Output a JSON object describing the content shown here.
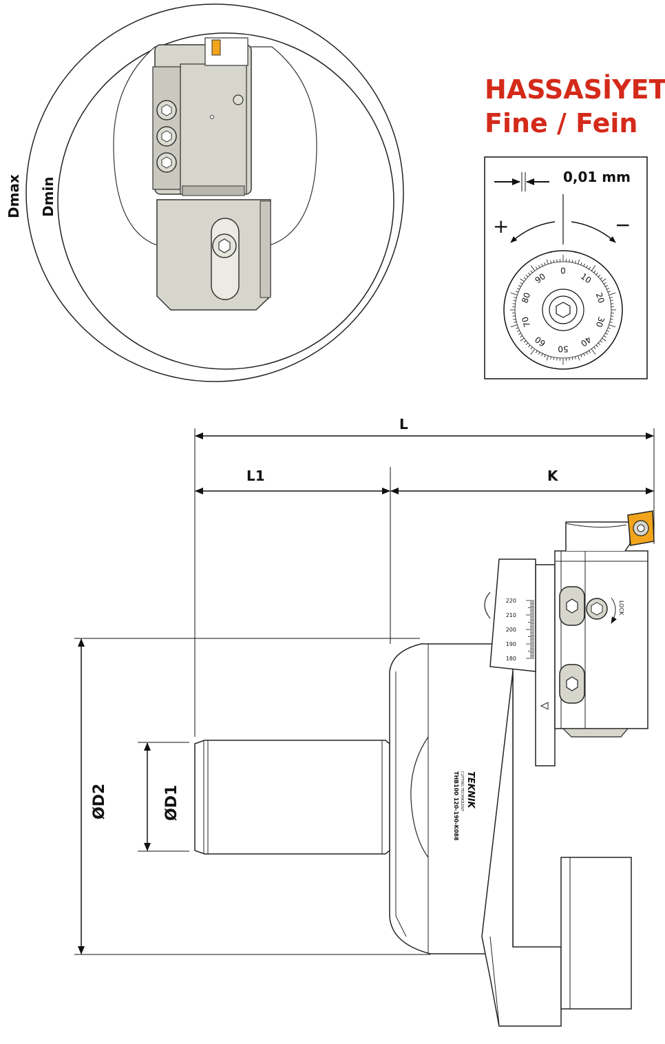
{
  "title": {
    "line1": "HASSASİYET",
    "line2": "Fine / Fein"
  },
  "precision": {
    "value": "0,01 mm",
    "plus": "+",
    "minus": "−",
    "dial_numbers": [
      "0",
      "10",
      "20",
      "30",
      "40",
      "50",
      "60",
      "70",
      "80",
      "90"
    ]
  },
  "top_view": {
    "dmax_label": "Dmax",
    "dmin_label": "Dmin"
  },
  "dimensions": {
    "L": "L",
    "L1": "L1",
    "K": "K",
    "D1": "ØD1",
    "D2": "ØD2"
  },
  "scale": {
    "ticks": [
      "220",
      "210",
      "200",
      "190",
      "180"
    ],
    "lock": "LOCK"
  },
  "brand": {
    "logo": "TEKNIK",
    "line1": "CUTTING TECHNOLOGY",
    "line2": "THB100 120-190-K088"
  },
  "colors": {
    "part_gray": "#d7d6cc",
    "part_dark": "#b8b7ad",
    "insert": "#f2a51c",
    "title": "#d42a1a"
  }
}
